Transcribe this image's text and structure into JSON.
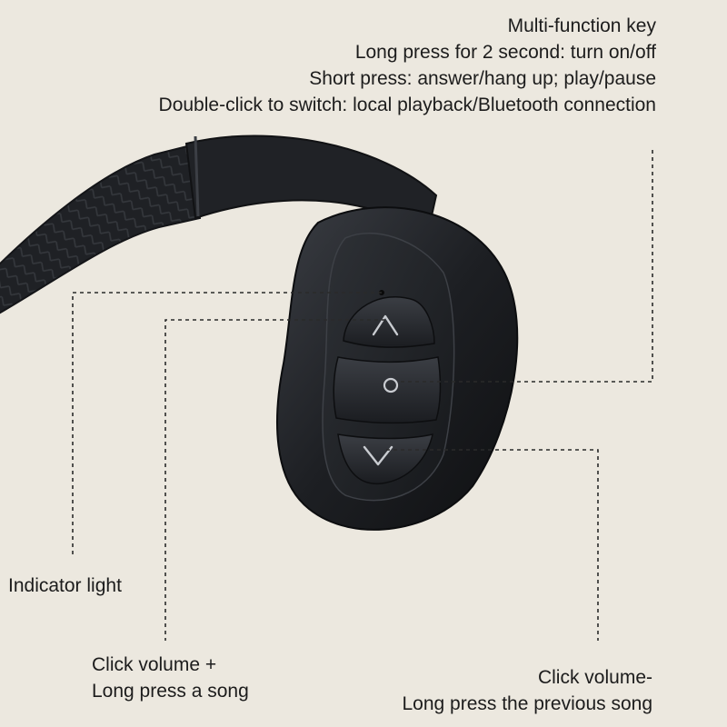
{
  "multi_function": {
    "title": "Multi-function key",
    "lines": [
      "Long press for 2 second: turn on/off",
      "Short press: answer/hang up; play/pause",
      "Double-click to switch: local playback/Bluetooth connection"
    ]
  },
  "indicator": {
    "label": "Indicator light"
  },
  "volume_up": {
    "line1": "Click volume +",
    "line2": "Long press a song"
  },
  "volume_down": {
    "line1": "Click volume-",
    "line2": "Long press the previous song"
  },
  "icons": {
    "up": "chevron-up",
    "middle": "circle",
    "down": "chevron-down"
  },
  "colors": {
    "background": "#ECE8DF",
    "device": "#1E2024",
    "leader_line": "#2a2a2a"
  }
}
